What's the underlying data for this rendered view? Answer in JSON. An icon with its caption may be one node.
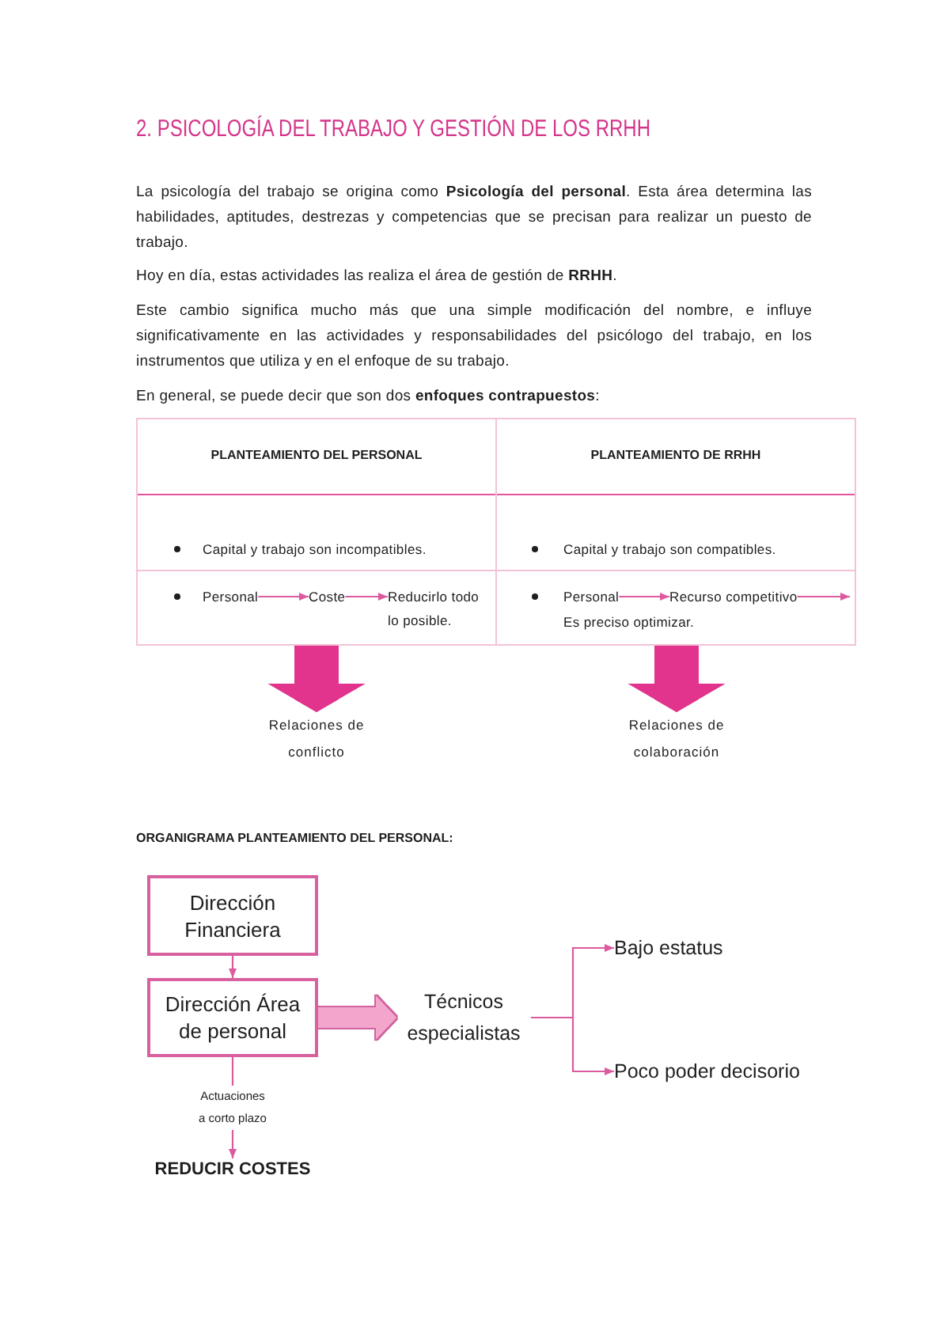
{
  "diagram": {
    "title": "2. PSICOLOGÍA DEL TRABAJO Y GESTIÓN DE LOS RRHH",
    "nodes": [
      {
        "text": [
          "PLANTEAMIENTO DEL PERSONAL",
          "Capital y trabajo son incompatibles."
        ]
      },
      {
        "text": [
          "Personal"
        ],
        "in": 0
      },
      {
        "text": [
          "Coste"
        ],
        "in": 0
      },
      {
        "text": [
          "Reducirlo todo lo posible."
        ],
        "in": 0
      },
      {
        "text": [
          "PLANTEAMIENTO DE RRHH",
          "Capital y trabajo son compatibles."
        ]
      },
      {
        "text": [
          "Personal"
        ],
        "in": 4
      },
      {
        "text": [
          "Recurso competitivo"
        ],
        "in": 4
      },
      {
        "text": [
          "Es preciso optimizar."
        ],
        "in": 4
      },
      {
        "text": [
          "Relaciones de conflicto"
        ]
      },
      {
        "text": [
          "Relaciones de colaboración"
        ]
      },
      {
        "text": [
          "Dirección Financiera"
        ]
      },
      {
        "text": [
          "Dirección Área de personal"
        ]
      },
      {
        "text": [
          "Técnicos especialistas"
        ]
      },
      {
        "text": [
          "Bajo estatus"
        ]
      },
      {
        "text": [
          "Poco poder decisorio"
        ]
      },
      {
        "text": [
          "REDUCIR COSTES"
        ]
      }
    ],
    "edges": [
      {
        "from": 1,
        "to": 2,
        "arrow": "to"
      },
      {
        "from": 2,
        "to": 3,
        "arrow": "to"
      },
      {
        "from": 5,
        "to": 6,
        "arrow": "to"
      },
      {
        "from": 6,
        "to": null,
        "arrow": "to"
      },
      {
        "from": 0,
        "to": 8,
        "arrow": "to",
        "style": "thick",
        "color": "#e2338d"
      },
      {
        "from": 4,
        "to": 9,
        "arrow": "to",
        "style": "thick",
        "color": "#e2338d"
      },
      {
        "from": 10,
        "to": 11,
        "arrow": "to"
      },
      {
        "from": 11,
        "to": 12,
        "arrow": "to",
        "style": "thick",
        "color": "#f3a5cb"
      },
      {
        "from": 12,
        "to": 13,
        "arrow": "to"
      },
      {
        "from": 12,
        "to": 14,
        "arrow": "to"
      },
      {
        "from": 11,
        "to": 15,
        "arrow": "to",
        "label": "Actuaciones a corto plazo"
      }
    ],
    "labels": [
      "La psicología del trabajo se origina como **Psicología del personal**. Esta área determina las habilidades, aptitudes, destrezas y competencias que se precisan para realizar un puesto de trabajo.",
      "Hoy en día, estas actividades las realiza el área de gestión de **RRHH**.",
      "Este cambio significa mucho más que una simple modificación del nombre, e influye significativamente en las actividades y responsabilidades del psicólogo del trabajo, en los instrumentos que utiliza y en el enfoque de su trabajo.",
      "En general, se puede decir que son dos **enfoques contrapuestos**:",
      "ORGANIGRAMA PLANTEAMIENTO DEL PERSONAL:"
    ]
  }
}
